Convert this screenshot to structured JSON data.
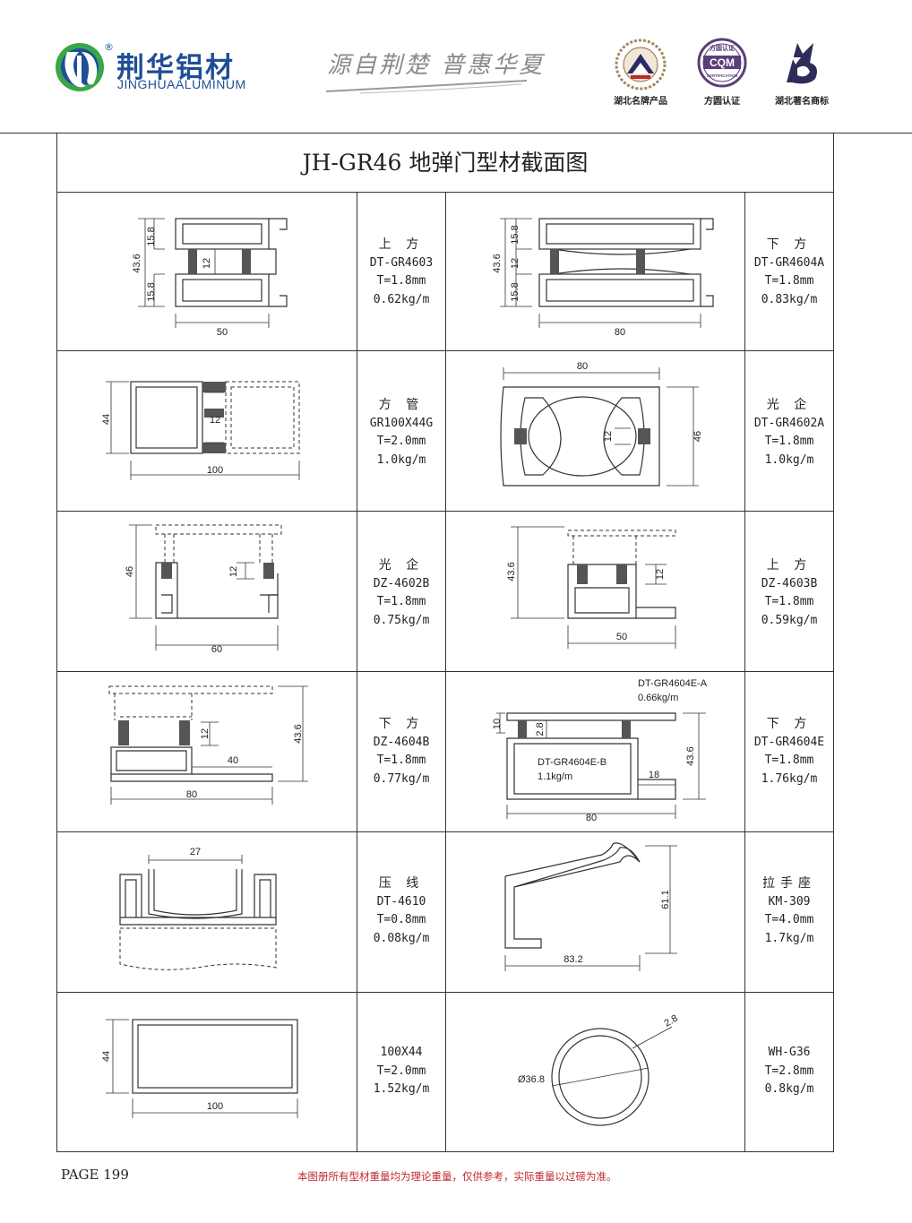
{
  "header": {
    "brand_cn": "荆华铝材",
    "brand_en": "JINGHUAALUMINUM",
    "registered": "®",
    "slogan": "源自荆楚  普惠华夏",
    "badges": [
      {
        "icon": "hubei-brand-seal-icon",
        "label": "湖北名牌产品"
      },
      {
        "icon": "cqm-certification-icon",
        "label": "方圆认证",
        "mark_text": "CQM",
        "ring_text": "方圆认证",
        "sub_text": "CERTIFICATION"
      },
      {
        "icon": "hubei-trademark-icon",
        "label": "湖北著名商标"
      }
    ]
  },
  "title": "JH-GR46 地弹门型材截面图",
  "profiles": [
    {
      "name": "上 方",
      "code": "DT-GR4603",
      "thickness": "T=1.8mm",
      "weight": "0.62kg/m",
      "dims": [
        "15.8",
        "43.6",
        "12",
        "15.8",
        "50"
      ]
    },
    {
      "name": "下 方",
      "code": "DT-GR4604A",
      "thickness": "T=1.8mm",
      "weight": "0.83kg/m",
      "dims": [
        "15.8",
        "43.6",
        "12",
        "15.8",
        "80"
      ]
    },
    {
      "name": "方 管",
      "code": "GR100X44G",
      "thickness": "T=2.0mm",
      "weight": "1.0kg/m",
      "dims": [
        "44",
        "12",
        "100"
      ]
    },
    {
      "name": "光 企",
      "code": "DT-GR4602A",
      "thickness": "T=1.8mm",
      "weight": "1.0kg/m",
      "dims": [
        "80",
        "12",
        "46"
      ]
    },
    {
      "name": "光 企",
      "code": "DZ-4602B",
      "thickness": "T=1.8mm",
      "weight": "0.75kg/m",
      "dims": [
        "46",
        "12",
        "60"
      ]
    },
    {
      "name": "上 方",
      "code": "DZ-4603B",
      "thickness": "T=1.8mm",
      "weight": "0.59kg/m",
      "dims": [
        "43.6",
        "12",
        "50"
      ]
    },
    {
      "name": "下 方",
      "code": "DZ-4604B",
      "thickness": "T=1.8mm",
      "weight": "0.77kg/m",
      "dims": [
        "12",
        "43.6",
        "40",
        "80"
      ]
    },
    {
      "name": "下 方",
      "code": "DT-GR4604E",
      "thickness": "T=1.8mm",
      "weight": "1.76kg/m",
      "dims": [
        "10",
        "2.8",
        "43.6",
        "18",
        "80"
      ],
      "part_a": "DT-GR4604E-A",
      "part_a_weight": "0.66kg/m",
      "part_b": "DT-GR4604E-B",
      "part_b_weight": "1.1kg/m"
    },
    {
      "name": "压 线",
      "code": "DT-4610",
      "thickness": "T=0.8mm",
      "weight": "0.08kg/m",
      "dims": [
        "27"
      ]
    },
    {
      "name": "拉手座",
      "code": "KM-309",
      "thickness": "T=4.0mm",
      "weight": "1.7kg/m",
      "dims": [
        "61.1",
        "83.2"
      ]
    },
    {
      "name": "",
      "code": "100X44",
      "thickness": "T=2.0mm",
      "weight": "1.52kg/m",
      "dims": [
        "44",
        "100"
      ]
    },
    {
      "name": "",
      "code": "WH-G36",
      "thickness": "T=2.8mm",
      "weight": "0.8kg/m",
      "dims": [
        "2.8",
        "Ø36.8"
      ]
    }
  ],
  "footer": {
    "page": "PAGE 199",
    "note": "本图册所有型材重量均为理论重量，仅供参考，实际重量以过磅为准。"
  },
  "colors": {
    "brand_blue": "#1e4e96",
    "brand_green": "#3aa64a",
    "note_red": "#c0282d"
  }
}
